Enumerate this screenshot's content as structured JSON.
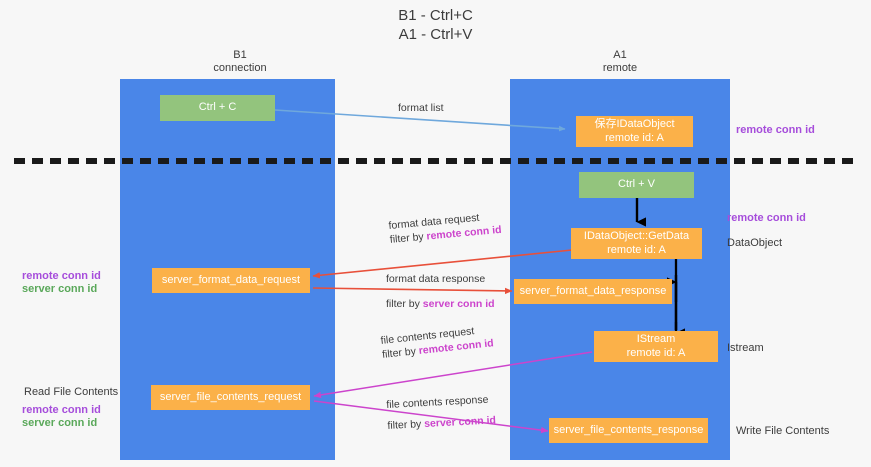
{
  "title": {
    "line1": "B1 - Ctrl+C",
    "line2": "A1 - Ctrl+V"
  },
  "columns": [
    {
      "id": "b1",
      "name": "B1",
      "role": "connection",
      "color": "#4a86e8"
    },
    {
      "id": "a1",
      "name": "A1",
      "role": "remote",
      "color": "#4a86e8"
    }
  ],
  "palette": {
    "background": "#f7f7f7",
    "lane": "#4a86e8",
    "green_box": "#93c47d",
    "orange_box": "#fbb149",
    "purple_text": "#a64ddb",
    "green_text": "#5aa85a",
    "arrow_blue": "#6fa8dc",
    "arrow_red": "#e8503a",
    "arrow_magenta": "#cc44cc",
    "arrow_black": "#000000",
    "divider": "#000000"
  },
  "nodes": {
    "ctrl_c": {
      "label": "Ctrl + C",
      "kind": "green"
    },
    "ctrl_v": {
      "label": "Ctrl + V",
      "kind": "green"
    },
    "data_object_remote": {
      "label": "保存IDataObject",
      "sublabel": "remote id: A",
      "kind": "orange"
    },
    "get_data": {
      "label": "IDataObject::GetData",
      "sublabel": "remote id: A",
      "kind": "orange"
    },
    "istream": {
      "label": "IStream",
      "sublabel": "remote id: A",
      "kind": "orange"
    },
    "server_format_data_request": {
      "label": "server_format_data_request",
      "kind": "orange"
    },
    "server_format_data_response": {
      "label": "server_format_data_response",
      "kind": "orange"
    },
    "server_file_contents_request": {
      "label": "server_file_contents_request",
      "kind": "orange"
    },
    "server_file_contents_response": {
      "label": "server_file_contents_response",
      "kind": "orange"
    }
  },
  "edges": [
    {
      "id": "format-list",
      "line1": "format list",
      "line2": "",
      "line2_key": "",
      "color": "#6fa8dc"
    },
    {
      "id": "format-data-request",
      "line1": "format data request",
      "line2": "filter by ",
      "line2_key": "remote conn id",
      "color": "#e8503a"
    },
    {
      "id": "format-data-response",
      "line1": "format data response",
      "line2": "filter by ",
      "line2_key": "server conn id",
      "color": "#e8503a"
    },
    {
      "id": "file-contents-request",
      "line1": "file contents request",
      "line2": "filter by ",
      "line2_key": "remote conn id",
      "color": "#cc44cc"
    },
    {
      "id": "file-contents-response",
      "line1": "file contents response",
      "line2": "filter by ",
      "line2_key": "server conn id",
      "color": "#cc44cc"
    }
  ],
  "annotations": {
    "right": [
      {
        "id": "r1",
        "text": "remote conn id",
        "style": "purple"
      },
      {
        "id": "r2",
        "text": "remote conn id",
        "style": "purple"
      },
      {
        "id": "r3",
        "text": "DataObject",
        "style": "plain"
      },
      {
        "id": "r4",
        "text": "Istream",
        "style": "plain"
      },
      {
        "id": "r5",
        "text": "Write File Contents",
        "style": "plain"
      }
    ],
    "left": [
      {
        "id": "l1",
        "text": "remote conn id",
        "style": "purple"
      },
      {
        "id": "l2",
        "text": "server conn id",
        "style": "green"
      },
      {
        "id": "l3",
        "text": "Read File Contents",
        "style": "plain"
      },
      {
        "id": "l4",
        "text": "remote conn id",
        "style": "purple"
      },
      {
        "id": "l5",
        "text": "server conn id",
        "style": "green"
      }
    ]
  }
}
